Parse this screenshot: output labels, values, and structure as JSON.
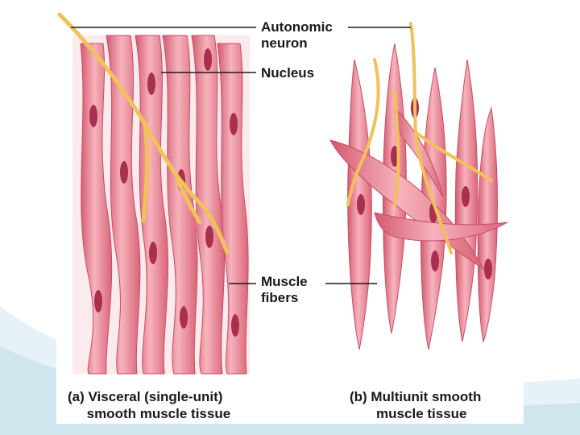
{
  "labels": {
    "autonomic_neuron": "Autonomic\nneuron",
    "nucleus": "Nucleus",
    "muscle_fibers": "Muscle\nfibers"
  },
  "captions": {
    "a": "(a) Visceral (single-unit)\n     smooth muscle tissue",
    "b": "(b) Multiunit smooth\n       muscle tissue"
  },
  "colors": {
    "fiber_fill": "#ef8d9a",
    "fiber_dark": "#d35a70",
    "fiber_light": "#f7b9c2",
    "nucleus": "#a8304e",
    "neuron": "#f2c15a",
    "neuron_light": "#fbe09a",
    "leader_line": "#1a1a1a",
    "background_wave": "#d6eaf2"
  }
}
